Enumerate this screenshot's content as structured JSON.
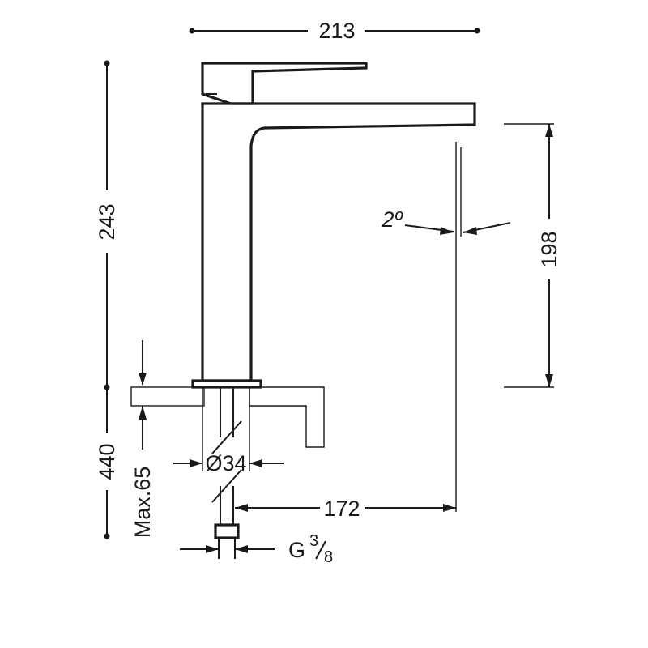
{
  "dimensions": {
    "overall_width": "213",
    "spout_height_total": "243",
    "spout_clearance": "198",
    "spout_reach": "172",
    "total_height": "440",
    "max_counter_thickness": "Max.65",
    "base_diameter": "Ø34",
    "connection": "G",
    "connection_numerator": "3",
    "connection_denominator": "8",
    "spout_angle": "2º"
  }
}
